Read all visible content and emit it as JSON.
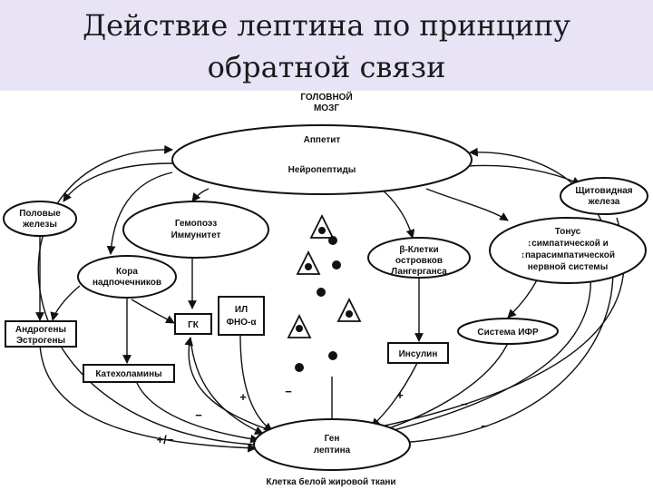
{
  "title": {
    "line1": "Действие лептина по принципу",
    "line2": "обратной связи"
  },
  "nodes": {
    "brain_top": [
      "ГОЛОВНОЙ",
      "МОЗГ"
    ],
    "appetite": "Аппетит",
    "neuropeptides": "Нейропептиды",
    "sex_glands": [
      "Половые",
      "железы"
    ],
    "thyroid": [
      "Щитовидная",
      "железа"
    ],
    "hemopoiesis": [
      "Гемопоэз",
      "Иммунитет"
    ],
    "beta_cells": [
      "β-Клетки",
      "островков",
      "Лангерганса"
    ],
    "tone": [
      "Тонус",
      "↕симпатической и",
      "↕парасимпатической",
      "нервной системы"
    ],
    "adrenal_cortex": [
      "Кора",
      "надпочечников"
    ],
    "il_tnf": [
      "ИЛ",
      "ФНО-α"
    ],
    "androgens": [
      "Андрогены",
      "Эстрогены"
    ],
    "gk": "ГК",
    "igf": "Система ИФР",
    "insulin": "Инсулин",
    "catecholamines": "Катехоламины",
    "leptin_gene": [
      "Ген",
      "лептина"
    ],
    "fat_cell": "Клетка белой жировой ткани"
  },
  "signs": {
    "plus": "+",
    "minus": "−",
    "plus_minus": "+/−"
  }
}
